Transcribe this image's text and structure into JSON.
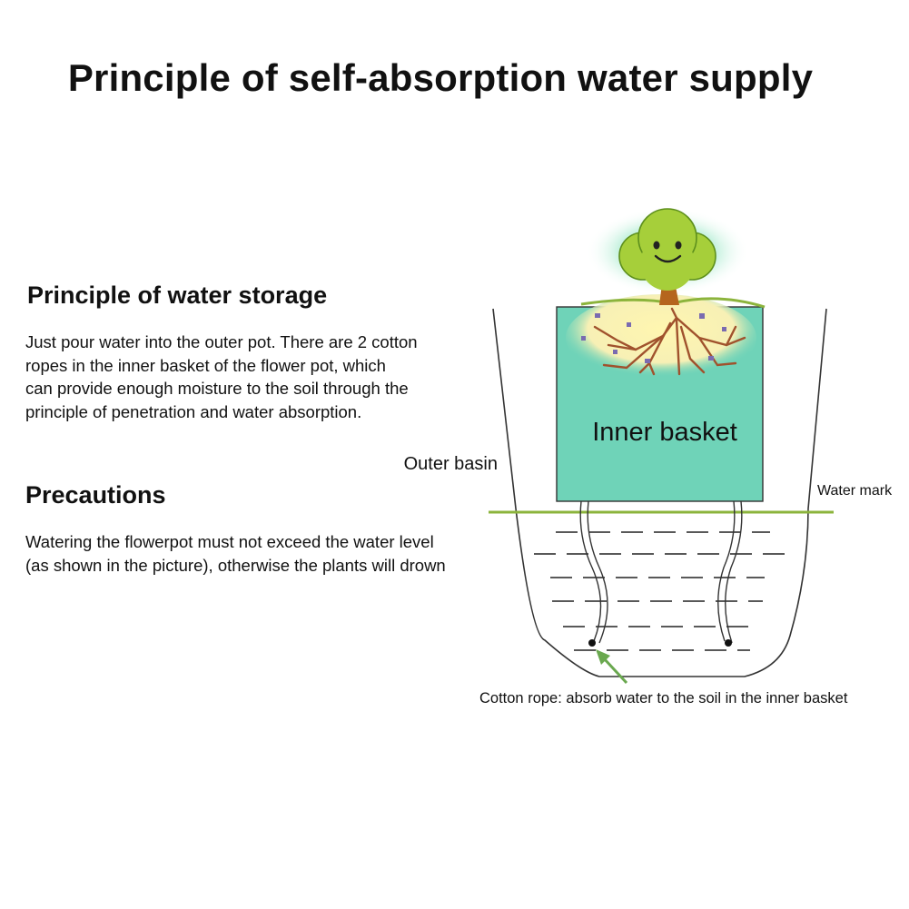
{
  "title": "Principle of self-absorption water supply",
  "storage": {
    "heading": "Principle of water storage",
    "lines": [
      "Just pour water into the outer pot. There are 2 cotton",
      "ropes in the inner basket of the flower pot, which",
      "can provide enough moisture to the soil through the",
      "principle of penetration and water absorption."
    ]
  },
  "precautions": {
    "heading": "Precautions",
    "lines": [
      "Watering the flowerpot must not exceed the water level",
      "(as shown in the picture), otherwise the plants will drown"
    ]
  },
  "diagram": {
    "inner_basket_label": "Inner basket",
    "outer_basin_label": "Outer basin",
    "water_mark_label": "Water mark",
    "cotton_rope_label": "Cotton rope: absorb water to the soil in the inner basket",
    "colors": {
      "inner_basket": "#6fd3b8",
      "water_mark_line": "#8cb43c",
      "arrow": "#6aa84f",
      "tree_foliage": "#a6cf3a",
      "roots": "#a0522d"
    },
    "icons": [
      "smiling-tree-icon"
    ]
  }
}
